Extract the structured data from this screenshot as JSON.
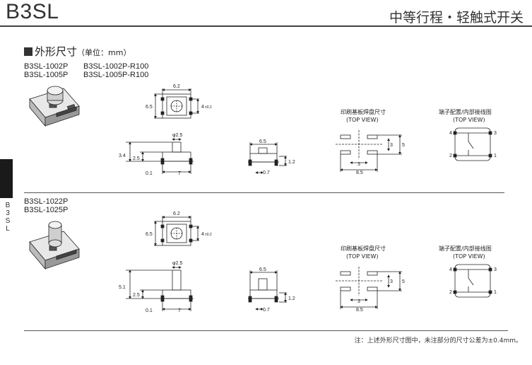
{
  "header": {
    "title": "B3SL",
    "subtitle": "中等行程・轻触式开关"
  },
  "section": {
    "heading": "外形尺寸",
    "unit": "（单位：mm）"
  },
  "sidebar": {
    "letters": [
      "B",
      "3",
      "S",
      "L"
    ]
  },
  "labels": {
    "pcb": "印刷基板焊盘尺寸",
    "top_view": "(TOP VIEW)",
    "terminal": "端子配置/内部接线图"
  },
  "group1": {
    "models_left": [
      "B3SL-1002P",
      "B3SL-1005P"
    ],
    "models_right": [
      "B3SL-1002P-R100",
      "B3SL-1005P-R100"
    ],
    "dims": {
      "top_w": "6.2",
      "top_h": "6.5",
      "top_r": "4",
      "tol": "±0.2",
      "side_dia": "φ2.5",
      "side_h": "3.4",
      "side_b": "2.5",
      "side_f": "0.1",
      "side_w": "7",
      "end_w": "6.5",
      "end_h": "1.2",
      "end_f": "0.7",
      "pad_c": "3",
      "pad_h": "5",
      "pad_w": "8.5",
      "pin_tl": "4",
      "pin_tr": "3",
      "pin_bl": "2",
      "pin_br": "1"
    }
  },
  "group2": {
    "models_left": [
      "B3SL-1022P",
      "B3SL-1025P"
    ],
    "dims": {
      "top_w": "6.2",
      "top_h": "6.5",
      "top_r": "4",
      "tol": "±0.2",
      "side_dia": "φ2.5",
      "side_h": "5.1",
      "side_b": "2.5",
      "side_f": "0.1",
      "side_w": "7",
      "end_w": "6.5",
      "end_h": "1.2",
      "end_f": "0.7",
      "pad_c": "3",
      "pad_h": "5",
      "pad_w": "8.5",
      "pin_tl": "4",
      "pin_tr": "3",
      "pin_bl": "2",
      "pin_br": "1"
    }
  },
  "footer": {
    "note": "注：上述外形尺寸图中，未注部分的尺寸公差为±0.4mm。"
  }
}
